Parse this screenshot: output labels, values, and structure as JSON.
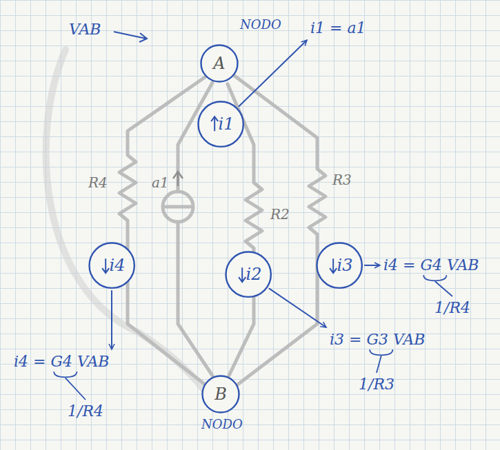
{
  "diagram": {
    "nodes": [
      {
        "text": [
          "A",
          "NODO"
        ]
      },
      {
        "text": [
          "i1"
        ]
      },
      {
        "text": [
          "i4"
        ]
      },
      {
        "text": [
          "i2"
        ]
      },
      {
        "text": [
          "i3"
        ]
      },
      {
        "text": [
          "B",
          "NODO"
        ]
      }
    ],
    "labels": [
      "VAB",
      "i1 = a1",
      "R4",
      "a1",
      "R2",
      "R3",
      "i4 = G4 VAB",
      "1/R4",
      "i3 = G3 VAB",
      "1/R3",
      "i4 = G4 VAB",
      "1/R4"
    ]
  }
}
